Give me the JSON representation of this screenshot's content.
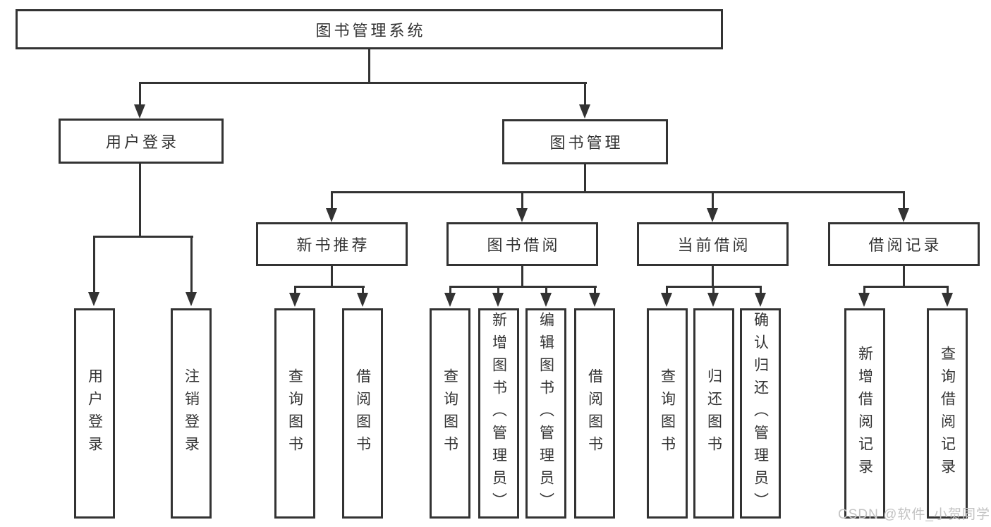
{
  "diagram": {
    "type": "tree",
    "colors": {
      "line": "#333333",
      "text": "#333333",
      "background": "#ffffff",
      "watermark": "#c3c3c3"
    },
    "nodes": {
      "root": {
        "label": "图书管理系统"
      },
      "level1": [
        {
          "id": "user-login",
          "label": "用户登录"
        },
        {
          "id": "book-management",
          "label": "图书管理"
        }
      ],
      "level2": [
        {
          "id": "new-book-recommend",
          "parent": "book-management",
          "label": "新书推荐"
        },
        {
          "id": "book-borrowing",
          "parent": "book-management",
          "label": "图书借阅"
        },
        {
          "id": "current-borrowing",
          "parent": "book-management",
          "label": "当前借阅"
        },
        {
          "id": "borrow-records",
          "parent": "book-management",
          "label": "借阅记录"
        }
      ],
      "leaves": [
        {
          "parent": "user-login",
          "label": "用户登录"
        },
        {
          "parent": "user-login",
          "label": "注销登录"
        },
        {
          "parent": "new-book-recommend",
          "label": "查询图书"
        },
        {
          "parent": "new-book-recommend",
          "label": "借阅图书"
        },
        {
          "parent": "book-borrowing",
          "label": "查询图书"
        },
        {
          "parent": "book-borrowing",
          "label": "新增图书（管理员）"
        },
        {
          "parent": "book-borrowing",
          "label": "编辑图书（管理员）"
        },
        {
          "parent": "book-borrowing",
          "label": "借阅图书"
        },
        {
          "parent": "current-borrowing",
          "label": "查询图书"
        },
        {
          "parent": "current-borrowing",
          "label": "归还图书"
        },
        {
          "parent": "current-borrowing",
          "label": "确认归还（管理员）"
        },
        {
          "parent": "borrow-records",
          "label": "新增借阅记录"
        },
        {
          "parent": "borrow-records",
          "label": "查询借阅记录"
        }
      ]
    }
  },
  "watermark": {
    "text": "CSDN @软件_小贺同学"
  }
}
